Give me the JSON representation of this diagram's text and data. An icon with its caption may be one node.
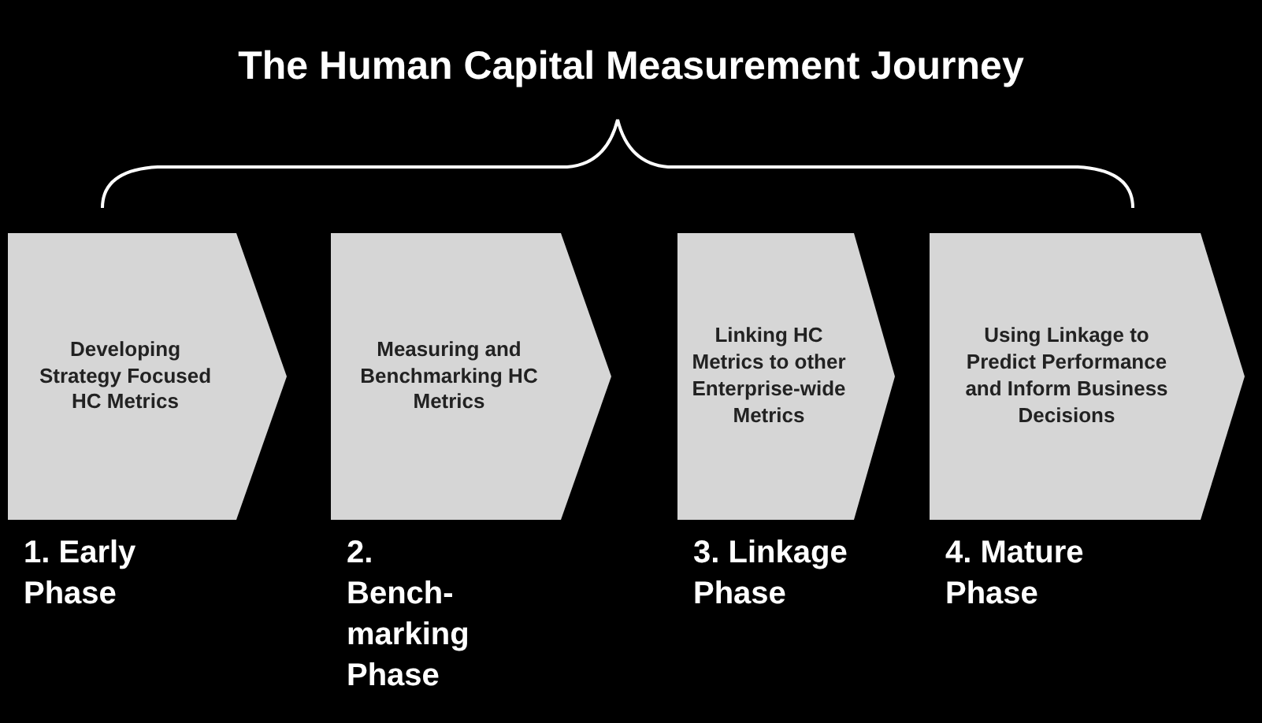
{
  "diagram": {
    "title": "The Human Capital Measurement Journey",
    "nodes": [
      {
        "text": [
          "Developing Strategy Focused HC Metrics"
        ],
        "beside": [
          "1. Early Phase"
        ]
      },
      {
        "text": [
          "Measuring and Benchmarking HC Metrics"
        ],
        "beside": [
          "2. Bench- marking Phase"
        ]
      },
      {
        "text": [
          "Linking HC Metrics to other Enterprise-wide Metrics"
        ],
        "beside": [
          "3. Linkage Phase"
        ]
      },
      {
        "text": [
          "Using Linkage to Predict Performance and Inform Business Decisions"
        ],
        "beside": [
          "4. Mature Phase"
        ]
      }
    ],
    "edges": []
  }
}
